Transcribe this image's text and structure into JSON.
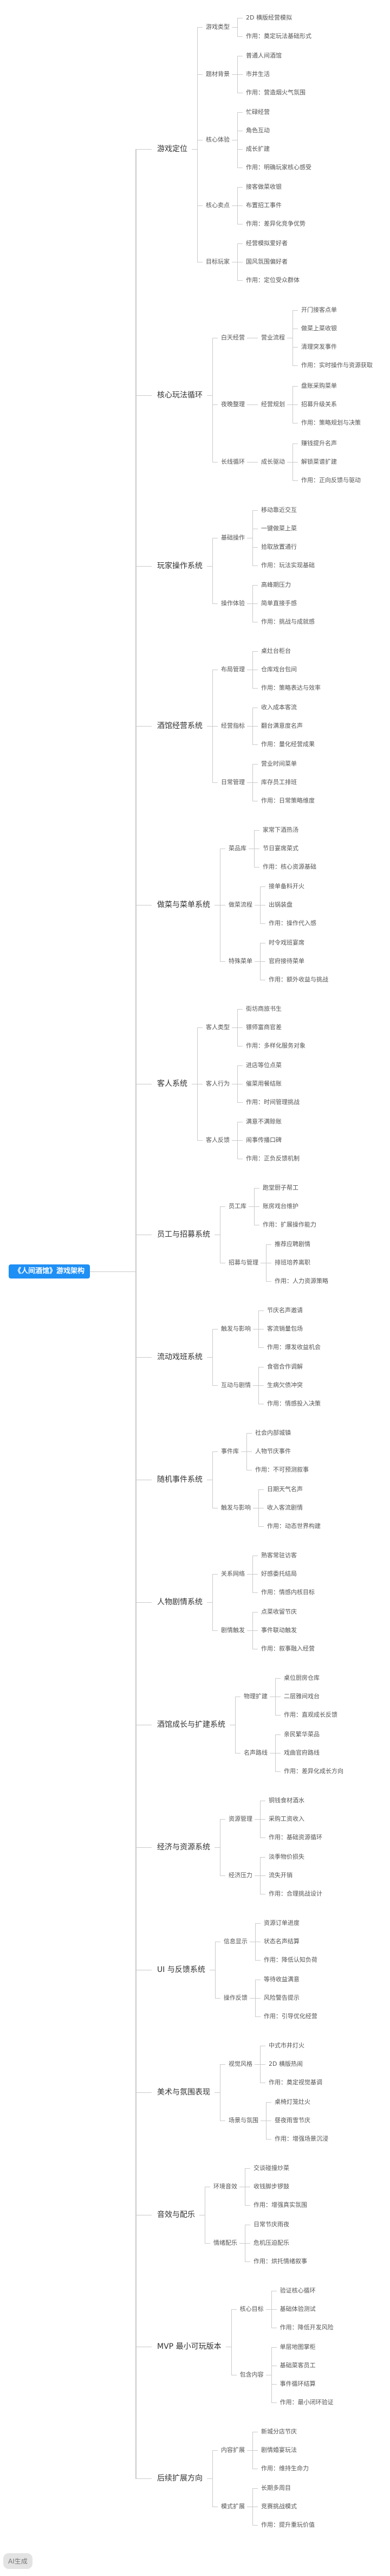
{
  "tree": {
    "label": "《人间酒馆》游戏架构",
    "children": [
      {
        "label": "游戏定位",
        "children": [
          {
            "label": "游戏类型",
            "children": [
              {
                "label": "2D 横版经营模拟"
              },
              {
                "label": "作用：奠定玩法基础形式"
              }
            ]
          },
          {
            "label": "题材背景",
            "children": [
              {
                "label": "普通人间酒馆"
              },
              {
                "label": "市井生活"
              },
              {
                "label": "作用：营造烟火气氛围"
              }
            ]
          },
          {
            "label": "核心体验",
            "children": [
              {
                "label": "忙碌经营"
              },
              {
                "label": "角色互动"
              },
              {
                "label": "成长扩建"
              },
              {
                "label": "作用：明确玩家核心感受"
              }
            ]
          },
          {
            "label": "核心卖点",
            "children": [
              {
                "label": "接客做菜收银"
              },
              {
                "label": "布置招工事件"
              },
              {
                "label": "作用：差异化竞争优势"
              }
            ]
          },
          {
            "label": "目标玩家",
            "children": [
              {
                "label": "经营模拟爱好者"
              },
              {
                "label": "国风氛围偏好者"
              },
              {
                "label": "作用：定位受众群体"
              }
            ]
          }
        ]
      },
      {
        "label": "核心玩法循环",
        "children": [
          {
            "label": "白天经营",
            "children": [
              {
                "label": "营业流程",
                "children": [
                  {
                    "label": "开门接客点单"
                  },
                  {
                    "label": "做菜上菜收银"
                  },
                  {
                    "label": "清理突发事件"
                  },
                  {
                    "label": "作用：实时操作与资源获取"
                  }
                ]
              }
            ]
          },
          {
            "label": "夜晚整理",
            "children": [
              {
                "label": "经营规划",
                "children": [
                  {
                    "label": "盘账采购菜单"
                  },
                  {
                    "label": "招募升级关系"
                  },
                  {
                    "label": "作用：策略规划与决策"
                  }
                ]
              }
            ]
          },
          {
            "label": "长线循环",
            "children": [
              {
                "label": "成长驱动",
                "children": [
                  {
                    "label": "赚钱提升名声"
                  },
                  {
                    "label": "解锁菜谱扩建"
                  },
                  {
                    "label": "作用：正向反馈与驱动"
                  }
                ]
              }
            ]
          }
        ]
      },
      {
        "label": "玩家操作系统",
        "children": [
          {
            "label": "基础操作",
            "children": [
              {
                "label": "移动靠近交互"
              },
              {
                "label": "一键做菜上菜"
              },
              {
                "label": "拾取放置通行"
              },
              {
                "label": "作用：玩法实现基础"
              }
            ]
          },
          {
            "label": "操作体验",
            "children": [
              {
                "label": "高峰期压力"
              },
              {
                "label": "简单直接手感"
              },
              {
                "label": "作用：挑战与成就感"
              }
            ]
          }
        ]
      },
      {
        "label": "酒馆经营系统",
        "children": [
          {
            "label": "布局管理",
            "children": [
              {
                "label": "桌灶台柜台"
              },
              {
                "label": "仓库戏台包间"
              },
              {
                "label": "作用：策略表达与效率"
              }
            ]
          },
          {
            "label": "经营指标",
            "children": [
              {
                "label": "收入成本客流"
              },
              {
                "label": "翻台满意度名声"
              },
              {
                "label": "作用：量化经营成果"
              }
            ]
          },
          {
            "label": "日常管理",
            "children": [
              {
                "label": "营业时间菜单"
              },
              {
                "label": "库存员工排班"
              },
              {
                "label": "作用：日常策略维度"
              }
            ]
          }
        ]
      },
      {
        "label": "做菜与菜单系统",
        "children": [
          {
            "label": "菜品库",
            "children": [
              {
                "label": "家常下酒热汤"
              },
              {
                "label": "节日宴席菜式"
              },
              {
                "label": "作用：核心资源基础"
              }
            ]
          },
          {
            "label": "做菜流程",
            "children": [
              {
                "label": "接单备料开火"
              },
              {
                "label": "出锅装盘"
              },
              {
                "label": "作用：操作代入感"
              }
            ]
          },
          {
            "label": "特殊菜单",
            "children": [
              {
                "label": "时令戏班宴席"
              },
              {
                "label": "官府接待菜单"
              },
              {
                "label": "作用：额外收益与挑战"
              }
            ]
          }
        ]
      },
      {
        "label": "客人系统",
        "children": [
          {
            "label": "客人类型",
            "children": [
              {
                "label": "街坊商旅书生"
              },
              {
                "label": "镖师富商官差"
              },
              {
                "label": "作用：多样化服务对象"
              }
            ]
          },
          {
            "label": "客人行为",
            "children": [
              {
                "label": "进店等位点菜"
              },
              {
                "label": "催菜用餐结账"
              },
              {
                "label": "作用：时间管理挑战"
              }
            ]
          },
          {
            "label": "客人反馈",
            "children": [
              {
                "label": "满意不满赊账"
              },
              {
                "label": "闹事传播口碑"
              },
              {
                "label": "作用：正负反馈机制"
              }
            ]
          }
        ]
      },
      {
        "label": "员工与招募系统",
        "children": [
          {
            "label": "员工库",
            "children": [
              {
                "label": "跑堂厨子帮工"
              },
              {
                "label": "账房戏台维护"
              },
              {
                "label": "作用：扩展操作能力"
              }
            ]
          },
          {
            "label": "招募与管理",
            "children": [
              {
                "label": "推荐应聘剧情"
              },
              {
                "label": "排班培养离职"
              },
              {
                "label": "作用：人力资源策略"
              }
            ]
          }
        ]
      },
      {
        "label": "流动戏班系统",
        "children": [
          {
            "label": "触发与影响",
            "children": [
              {
                "label": "节庆名声邀请"
              },
              {
                "label": "客流销量包场"
              },
              {
                "label": "作用：爆发收益机会"
              }
            ]
          },
          {
            "label": "互动与剧情",
            "children": [
              {
                "label": "食宿合作调解"
              },
              {
                "label": "生病欠债冲突"
              },
              {
                "label": "作用：情感投入决策"
              }
            ]
          }
        ]
      },
      {
        "label": "随机事件系统",
        "children": [
          {
            "label": "事件库",
            "children": [
              {
                "label": "社会内部城镇"
              },
              {
                "label": "人物节庆事件"
              },
              {
                "label": "作用：不可预测叙事"
              }
            ]
          },
          {
            "label": "触发与影响",
            "children": [
              {
                "label": "日期天气名声"
              },
              {
                "label": "收入客流剧情"
              },
              {
                "label": "作用：动态世界构建"
              }
            ]
          }
        ]
      },
      {
        "label": "人物剧情系统",
        "children": [
          {
            "label": "关系网络",
            "children": [
              {
                "label": "熟客常驻访客"
              },
              {
                "label": "好感委托结局"
              },
              {
                "label": "作用：情感内核目标"
              }
            ]
          },
          {
            "label": "剧情触发",
            "children": [
              {
                "label": "点菜收留节庆"
              },
              {
                "label": "事件联动触发"
              },
              {
                "label": "作用：叙事融入经营"
              }
            ]
          }
        ]
      },
      {
        "label": "酒馆成长与扩建系统",
        "children": [
          {
            "label": "物理扩建",
            "children": [
              {
                "label": "桌位厨房仓库"
              },
              {
                "label": "二层雅间戏台"
              },
              {
                "label": "作用：直观成长反馈"
              }
            ]
          },
          {
            "label": "名声路线",
            "children": [
              {
                "label": "亲民繁华菜品"
              },
              {
                "label": "戏曲官府路线"
              },
              {
                "label": "作用：差异化成长方向"
              }
            ]
          }
        ]
      },
      {
        "label": "经济与资源系统",
        "children": [
          {
            "label": "资源管理",
            "children": [
              {
                "label": "铜钱食材酒水"
              },
              {
                "label": "采购工资收入"
              },
              {
                "label": "作用：基础资源循环"
              }
            ]
          },
          {
            "label": "经济压力",
            "children": [
              {
                "label": "淡季物价损失"
              },
              {
                "label": "流失开销"
              },
              {
                "label": "作用：合理挑战设计"
              }
            ]
          }
        ]
      },
      {
        "label": "UI 与反馈系统",
        "children": [
          {
            "label": "信息显示",
            "children": [
              {
                "label": "资源订单进度"
              },
              {
                "label": "状态名声结算"
              },
              {
                "label": "作用：降低认知负荷"
              }
            ]
          },
          {
            "label": "操作反馈",
            "children": [
              {
                "label": "等待收益满意"
              },
              {
                "label": "风险警告提示"
              },
              {
                "label": "作用：引导优化经营"
              }
            ]
          }
        ]
      },
      {
        "label": "美术与氛围表现",
        "children": [
          {
            "label": "视觉风格",
            "children": [
              {
                "label": "中式市井灯火"
              },
              {
                "label": "2D 横版热闹"
              },
              {
                "label": "作用：奠定视觉基调"
              }
            ]
          },
          {
            "label": "场景与氛围",
            "children": [
              {
                "label": "桌椅灯笼灶火"
              },
              {
                "label": "昼夜雨雪节庆"
              },
              {
                "label": "作用：增强场景沉浸"
              }
            ]
          }
        ]
      },
      {
        "label": "音效与配乐",
        "children": [
          {
            "label": "环境音效",
            "children": [
              {
                "label": "交谈碰撞炒菜"
              },
              {
                "label": "收钱脚步锣鼓"
              },
              {
                "label": "作用：增强真实氛围"
              }
            ]
          },
          {
            "label": "情绪配乐",
            "children": [
              {
                "label": "日常节庆雨夜"
              },
              {
                "label": "危机压迫配乐"
              },
              {
                "label": "作用：烘托情绪叙事"
              }
            ]
          }
        ]
      },
      {
        "label": "MVP 最小可玩版本",
        "children": [
          {
            "label": "核心目标",
            "children": [
              {
                "label": "验证核心循环"
              },
              {
                "label": "基础体验测试"
              },
              {
                "label": "作用：降低开发风险"
              }
            ]
          },
          {
            "label": "包含内容",
            "children": [
              {
                "label": "单层地图掌柜"
              },
              {
                "label": "基础菜客员工"
              },
              {
                "label": "事件循环结算"
              },
              {
                "label": "作用：最小闭环验证"
              }
            ]
          }
        ]
      },
      {
        "label": "后续扩展方向",
        "children": [
          {
            "label": "内容扩展",
            "children": [
              {
                "label": "新城分店节庆"
              },
              {
                "label": "剧情婚宴玩法"
              },
              {
                "label": "作用：维持生命力"
              }
            ]
          },
          {
            "label": "模式扩展",
            "children": [
              {
                "label": "长期多周目"
              },
              {
                "label": "竞赛挑战模式"
              },
              {
                "label": "作用：提升重玩价值"
              }
            ]
          }
        ]
      }
    ]
  },
  "badge": {
    "label": "AI生成"
  },
  "colors": {
    "root_bg": "#1e8ff5",
    "line": "#c9c9c9",
    "text": "#555555"
  }
}
